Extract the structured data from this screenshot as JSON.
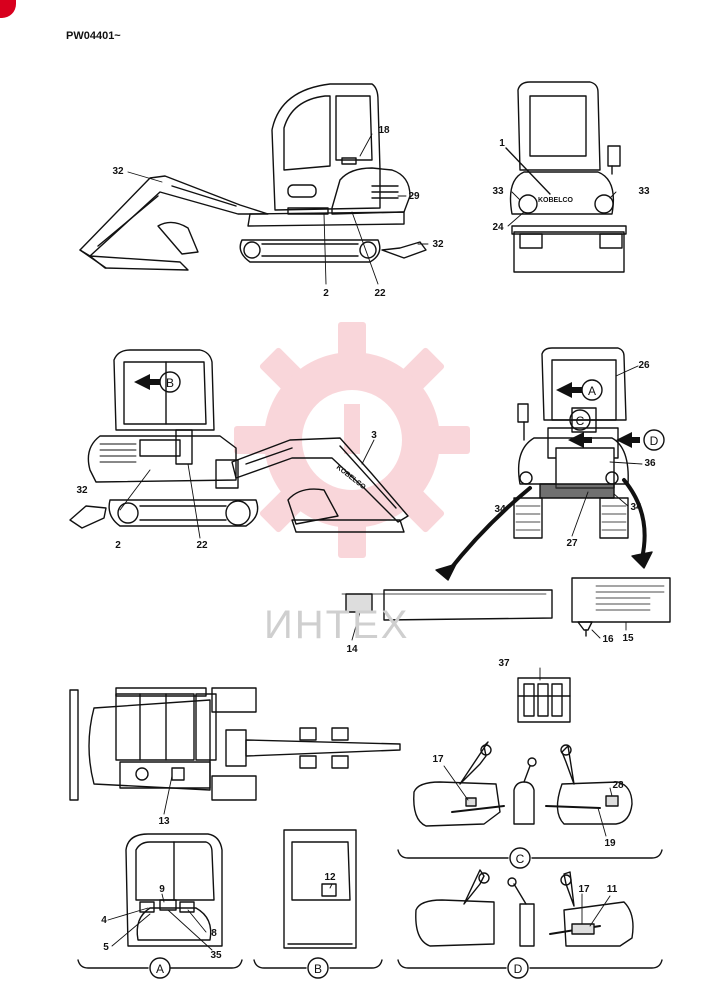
{
  "header": {
    "code": "PW04401~"
  },
  "watermark": {
    "text": "ИНТЕХ",
    "color": "#f4a0a8"
  },
  "colors": {
    "line": "#111111",
    "accent": "#d8001e"
  },
  "callouts": {
    "c1": "1",
    "c2a": "2",
    "c2b": "2",
    "c3": "3",
    "c4": "4",
    "c5": "5",
    "c8": "8",
    "c9": "9",
    "c11": "11",
    "c12": "12",
    "c13": "13",
    "c14": "14",
    "c15": "15",
    "c16": "16",
    "c17a": "17",
    "c17b": "17",
    "c18": "18",
    "c19": "19",
    "c22a": "22",
    "c22b": "22",
    "c24": "24",
    "c26": "26",
    "c27": "27",
    "c28": "28",
    "c29": "29",
    "c32a": "32",
    "c32b": "32",
    "c32c": "32",
    "c33a": "33",
    "c33b": "33",
    "c34a": "34",
    "c34b": "34",
    "c35": "35",
    "c36": "36",
    "c37": "37"
  },
  "view_markers": {
    "A": "A",
    "B": "B",
    "C": "C",
    "D": "D"
  },
  "brand": {
    "boom_text": "KOBELCO",
    "rear_text": "KOBELCO"
  }
}
